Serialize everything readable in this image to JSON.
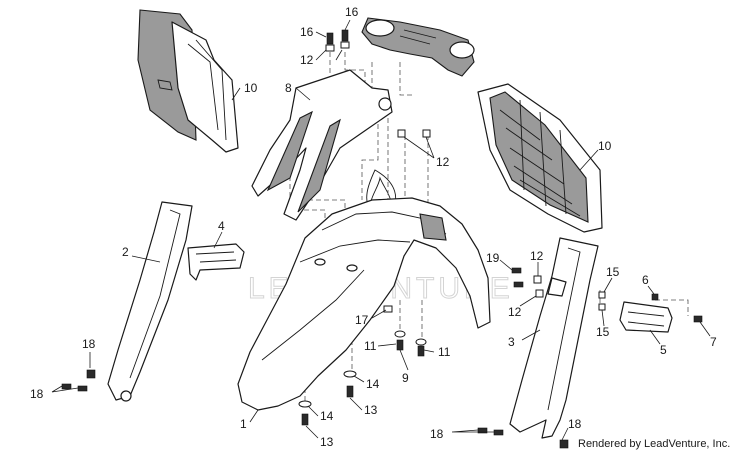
{
  "watermark": "LEADVENTURE",
  "credit": "Rendered by LeadVenture, Inc.",
  "callouts": {
    "c1": "1",
    "c2": "2",
    "c3": "3",
    "c4": "4",
    "c5": "5",
    "c6": "6",
    "c7": "7",
    "c8": "8",
    "c9": "9",
    "c10a": "10",
    "c10b": "10",
    "c11a": "11",
    "c11b": "11",
    "c12a": "12",
    "c12b": "12",
    "c12c": "12",
    "c12d": "12",
    "c13a": "13",
    "c13b": "13",
    "c14a": "14",
    "c14b": "14",
    "c15a": "15",
    "c15b": "15",
    "c16a": "16",
    "c16b": "16",
    "c17": "17",
    "c18a": "18",
    "c18b": "18",
    "c18c": "18",
    "c18d": "18",
    "c19": "19"
  }
}
